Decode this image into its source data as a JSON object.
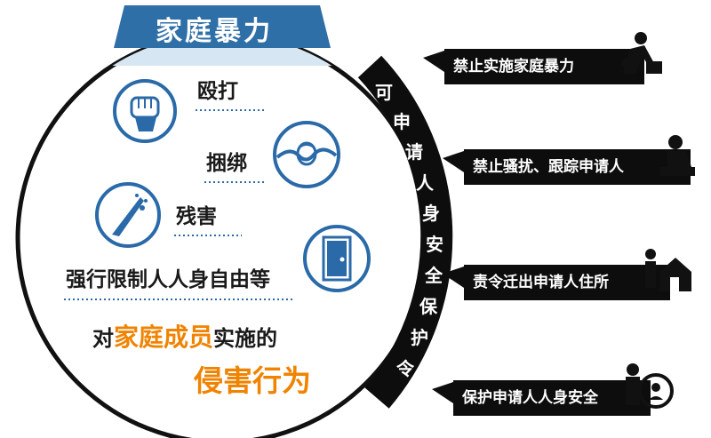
{
  "header": {
    "title": "家庭暴力"
  },
  "acts": {
    "beating": "殴打",
    "binding": "捆绑",
    "injuring": "残害",
    "restricting": "强行限制人人身自由等"
  },
  "summary": {
    "line1_prefix": "对",
    "line1_highlight": "家庭成员",
    "line1_suffix": "实施的",
    "line2": "侵害行为"
  },
  "order_name": [
    "可",
    "申",
    "请",
    "人",
    "身",
    "安",
    "全",
    "保",
    "护",
    "令"
  ],
  "measures": [
    {
      "text": "禁止实施家庭暴力",
      "icon": "caregiver-icon"
    },
    {
      "text": "禁止骚扰、跟踪申请人",
      "icon": "distressed-person-icon"
    },
    {
      "text": "责令迁出申请人住所",
      "icon": "house-icon"
    },
    {
      "text": "保护申请人人身安全",
      "icon": "protect-icon"
    }
  ],
  "colors": {
    "header_blue": "#2f6fa8",
    "band_blue": "#d6e6f3",
    "icon_blue": "#2a6aa8",
    "emphasis_orange": "#f08300",
    "dark": "#0d0d0d"
  }
}
